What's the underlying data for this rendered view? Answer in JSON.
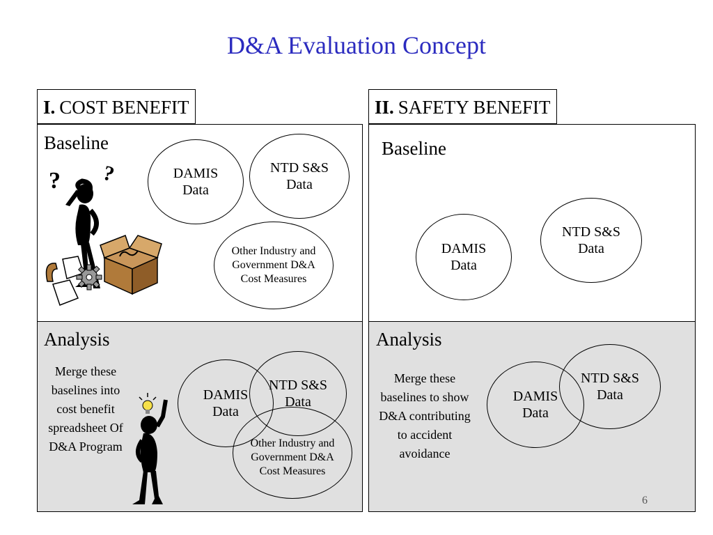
{
  "title": "D&A Evaluation Concept",
  "left": {
    "tab_numeral": "I.",
    "tab_label": "COST BENEFIT",
    "baseline_label": "Baseline",
    "baseline_circles": {
      "damis": "DAMIS Data",
      "ntd": "NTD S&S Data",
      "other": "Other Industry and Government D&A Cost Measures"
    },
    "analysis_label": "Analysis",
    "analysis_text": "Merge these baselines into cost benefit spreadsheet Of D&A Program",
    "analysis_circles": {
      "damis": "DAMIS Data",
      "ntd": "NTD S&S Data",
      "other": "Other Industry and Government D&A Cost Measures"
    }
  },
  "right": {
    "tab_numeral": "II.",
    "tab_label": "SAFETY BENEFIT",
    "baseline_label": "Baseline",
    "baseline_circles": {
      "damis": "DAMIS Data",
      "ntd": "NTD S&S Data"
    },
    "analysis_label": "Analysis",
    "analysis_text": "Merge these baselines to show D&A contributing to accident avoidance",
    "analysis_circles": {
      "damis": "DAMIS Data",
      "ntd": "NTD S&S Data"
    }
  },
  "page_number": "6",
  "colors": {
    "title": "#2b2bbf",
    "analysis_bg": "#e0e0e0"
  },
  "icons": [
    "confused-figure-icon",
    "box-icon",
    "gear-icon",
    "idea-figure-icon",
    "lightbulb-icon"
  ]
}
